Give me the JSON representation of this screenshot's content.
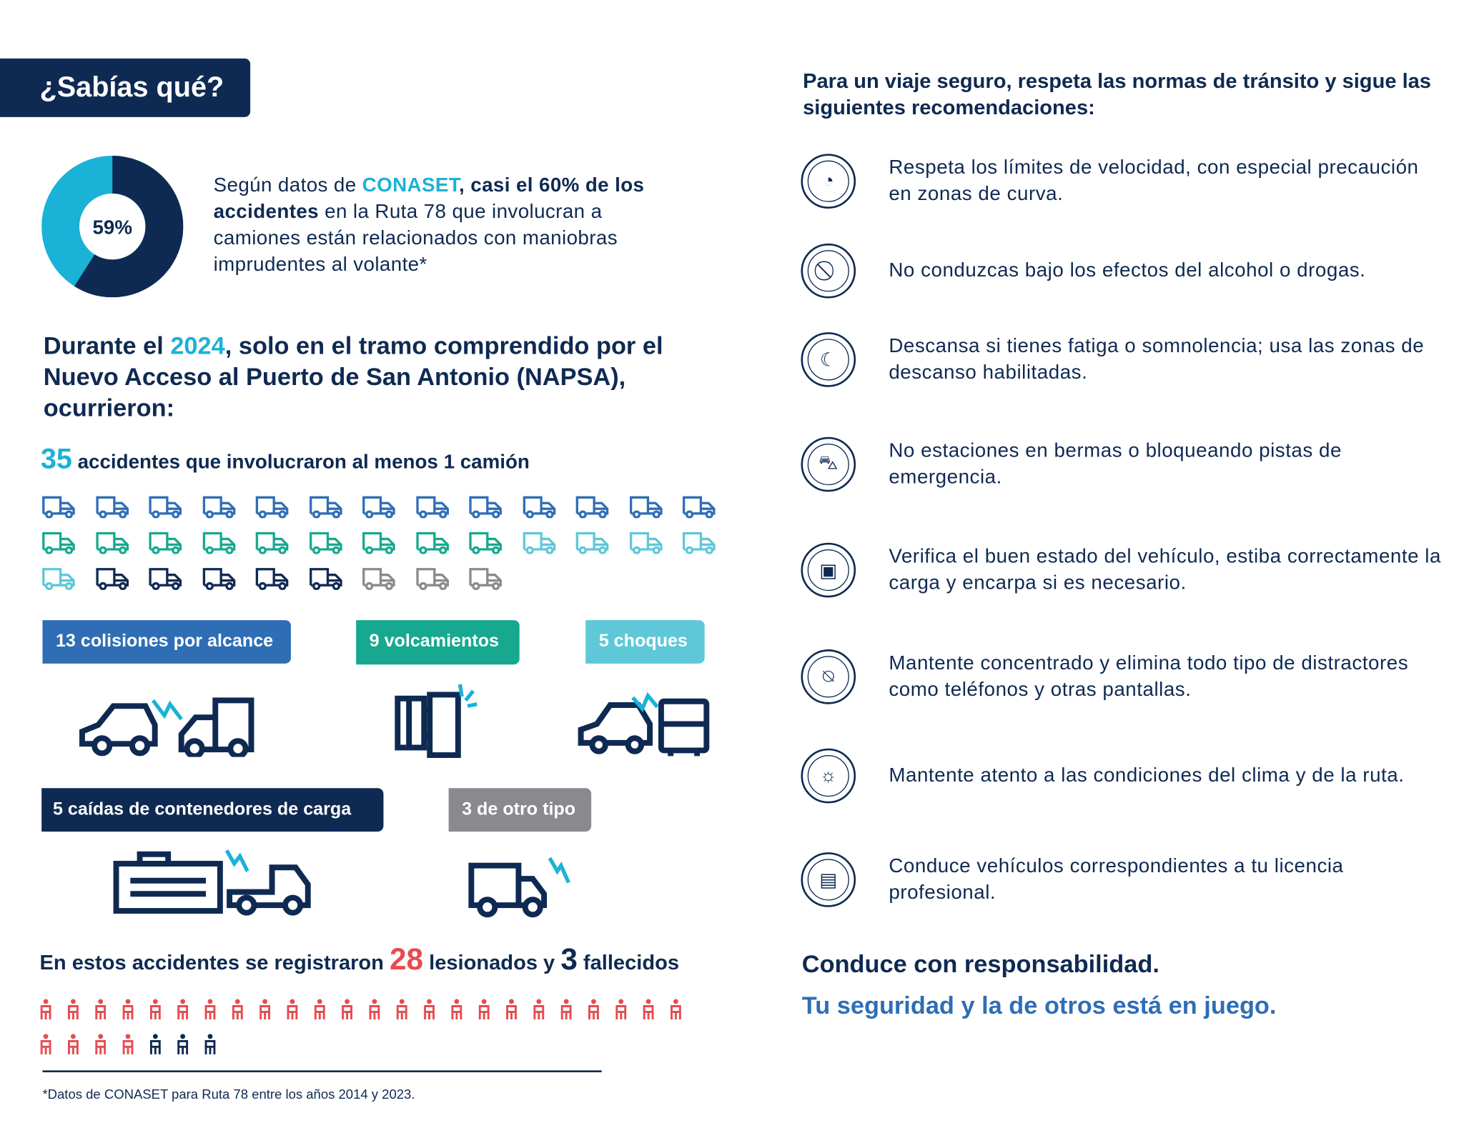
{
  "header": {
    "title": "¿Sabías qué?"
  },
  "donut": {
    "label": "59%",
    "percent": 59,
    "colors": {
      "main": "#0f2a52",
      "rest": "#1ab2d6"
    }
  },
  "intro": {
    "p1": "Según datos de ",
    "brand": "CONASET",
    "p2": ", casi el 60% de los accidentes",
    "p3": " en la Ruta 78 que involucran a camiones están relacionados con maniobras imprudentes al volante*"
  },
  "period": {
    "p1": "Durante el ",
    "year": "2024",
    "p2": ", solo en el tramo comprendido por el Nuevo Acceso al Puerto de San Antonio (NAPSA), ocurrieron:"
  },
  "accidents": {
    "count": "35",
    "label": " accidentes que involucraron al menos 1 camión"
  },
  "categories": [
    {
      "label": "13 colisiones por alcance",
      "count": 13,
      "color": "#2f6eb5"
    },
    {
      "label": "9 volcamientos",
      "count": 9,
      "color": "#17a98f"
    },
    {
      "label": "5 choques",
      "count": 5,
      "color": "#5ec8d8"
    },
    {
      "label": "5 caídas de contenedores de carga",
      "count": 5,
      "color": "#0f2a52"
    },
    {
      "label": "3 de otro tipo",
      "count": 3,
      "color": "#8a8a8e"
    }
  ],
  "victims": {
    "p1": "En estos accidentes se registraron ",
    "injured": "28",
    "p2": " lesionados y ",
    "dead": "3",
    "p3": " fallecidos",
    "injured_count": 28,
    "dead_count": 3,
    "injured_color": "#e84a4f"
  },
  "footnote": "*Datos de CONASET para Ruta 78 entre los años 2014 y 2023.",
  "right": {
    "title": "Para un viaje seguro, respeta las normas de tránsito y sigue las siguientes recomendaciones:",
    "items": [
      {
        "icon": "speedometer-icon",
        "glyph": "◔",
        "text": "Respeta los límites de velocidad, con especial precaución en zonas de curva."
      },
      {
        "icon": "no-alcohol-icon",
        "glyph": "⃠",
        "text": "No conduzcas bajo los efectos del alcohol o drogas."
      },
      {
        "icon": "fatigue-icon",
        "glyph": "☾",
        "text": "Descansa si tienes fatiga o somnolencia; usa las zonas de descanso habilitadas."
      },
      {
        "icon": "no-parking-icon",
        "glyph": "⛍",
        "text": "No estaciones en bermas o bloqueando pistas de emergencia."
      },
      {
        "icon": "vehicle-check-icon",
        "glyph": "▣",
        "text": "Verifica el buen estado del vehículo, estiba correctamente la carga y encarpa si es necesario."
      },
      {
        "icon": "no-phone-icon",
        "glyph": "⍉",
        "text": "Mantente concentrado y elimina todo tipo de distractores como teléfonos y otras pantallas."
      },
      {
        "icon": "weather-icon",
        "glyph": "☼",
        "text": "Mantente atento a las condiciones del clima y de la ruta."
      },
      {
        "icon": "license-icon",
        "glyph": "▤",
        "text": "Conduce vehículos correspondientes a tu licencia profesional."
      }
    ],
    "closing1": "Conduce con responsabilidad.",
    "closing2": "Tu seguridad y la de otros está en juego."
  }
}
